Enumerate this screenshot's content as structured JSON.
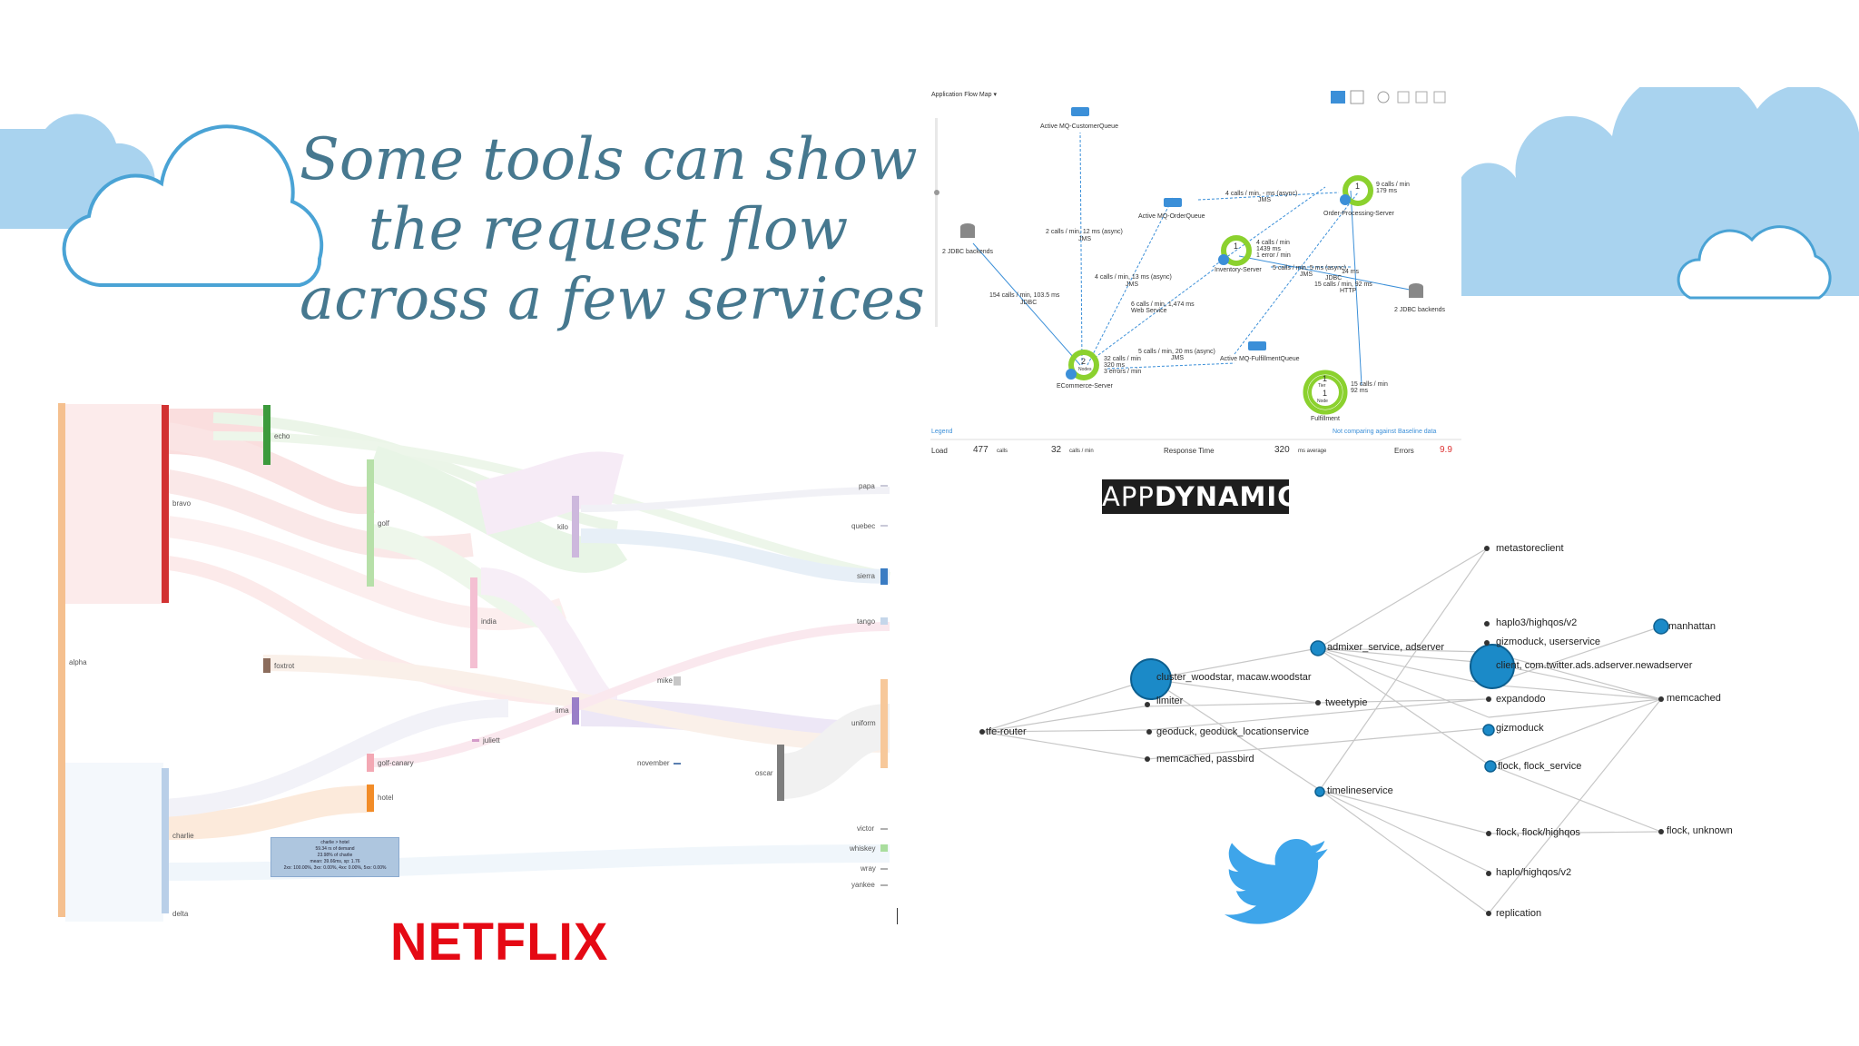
{
  "slide": {
    "title_lines": [
      "Some tools can show",
      "the request flow",
      "across a few services"
    ],
    "colors": {
      "title": "#46788f",
      "cloud": "#a9d3ef",
      "netflix": "#e50914",
      "twitter": "#3ea5ea",
      "appd_green": "#8bd12e"
    }
  },
  "netflix": {
    "logo_text": "NETFLIX",
    "nodes": [
      "alpha",
      "bravo",
      "charlie",
      "delta",
      "echo",
      "foxtrot",
      "golf",
      "golf-canary",
      "hotel",
      "india",
      "juliett",
      "kilo",
      "lima",
      "mike",
      "november",
      "oscar",
      "papa",
      "quebec",
      "sierra",
      "tango",
      "uniform",
      "victor",
      "whiskey",
      "wray",
      "yankee"
    ],
    "tooltip": [
      "charlie > hotel",
      "59.34 rs of demand",
      "23.98% of charlie",
      "mean: 39.66ms, sp: 1.76",
      "2xx: 100.00%, 3xx: 0.00%, 4xx: 0.00%, 5xx: 0.00%"
    ]
  },
  "appdynamics": {
    "logo_left": "APP",
    "logo_right": "DYNAMICS",
    "header": "Application Flow Map ▾",
    "labels": {
      "customer_queue": "Active MQ-CustomerQueue",
      "order_queue": "Active MQ-OrderQueue",
      "fulfillment_queue": "Active MQ-FulfillmentQueue",
      "jdbc_left": "2 JDBC backends",
      "jdbc_right": "2 JDBC backends",
      "ecommerce": "ECommerce-Server",
      "inventory": "Inventory-Server",
      "order_processing": "Order-Processing-Server",
      "fulfillment": "Fulfillment",
      "edge_cq": "2 calls / min, 12 ms (async)",
      "edge_cq2": "JMS",
      "edge_oq": "4 calls / min, 13 ms (async)",
      "edge_oq2": "JMS",
      "edge_jdbc": "154 calls / min, 103.5 ms",
      "edge_jdbc2": "JDBC",
      "edge_ws": "6 calls / min, 1,474 ms",
      "edge_ws2": "Web Service",
      "edge_fq": "5 calls / min, 20 ms (async)",
      "edge_fq2": "JMS",
      "edge_op": "4 calls / min, - ms (async)",
      "edge_op2": "JMS",
      "edge_inv": "5 calls / min, 5 ms (async)",
      "edge_inv2": "JMS",
      "edge_http": "15 calls / min, 92 ms",
      "edge_http2": "HTTP",
      "ecom_stats": "32 calls / min",
      "ecom_stats2": "320 ms",
      "ecom_stats3": "3 errors / min",
      "inv_stats": "4 calls / min",
      "inv_stats2": "1439 ms",
      "inv_stats3": "1 error / min",
      "op_stats": "9 calls / min",
      "op_stats2": "179 ms",
      "ful_stats": "15 calls / min",
      "ful_stats2": "92 ms",
      "inv_jdbc": "14 ms",
      "inv_jdbc2": "JDBC",
      "legend": "Legend",
      "baseline": "Not comparing against Baseline data",
      "load_label": "Load",
      "load_value": "477",
      "load_unit": "calls",
      "rate_value": "32",
      "rate_unit": "calls / min",
      "rt_label": "Response Time",
      "rt_value": "320",
      "rt_unit": "ms average",
      "errors_label": "Errors",
      "errors_value": "9.9",
      "ecom_nodes": "2",
      "inv_nodes": "1",
      "op_nodes": "1",
      "ful_nodes": "1",
      "ful_tiers": "1",
      "nodes_word": "Nodes",
      "node_word": "Node",
      "tier_word": "Tier"
    }
  },
  "twitter": {
    "nodes": {
      "tfe": "tfe-router",
      "cluster": "cluster_woodstar, macaw.woodstar",
      "limiter": "limiter",
      "geoduck": "geoduck, geoduck_locationservice",
      "memcached_passbird": "memcached, passbird",
      "admixer": "admixer_service, adserver",
      "tweetypie": "tweetypie",
      "timelineservice": "timelineservice",
      "metastoreclient": "metastoreclient",
      "haplo3": "haplo3/highqos/v2",
      "gizmoduck_user": "gizmoduck, userservice",
      "client": "client, com.twitter.ads.adserver.newadserver",
      "expandodo": "expandodo",
      "gizmoduck": "gizmoduck",
      "flock_service": "flock, flock_service",
      "flock_highqos": "flock, flock/highqos",
      "haplo_v2": "haplo/highqos/v2",
      "replication": "replication",
      "manhattan": "manhattan",
      "memcached": "memcached",
      "flock_unknown": "flock, unknown"
    }
  }
}
